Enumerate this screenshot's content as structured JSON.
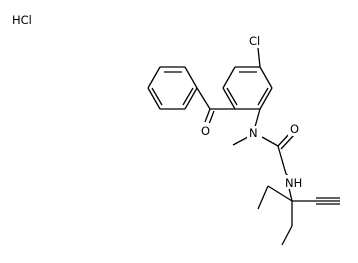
{
  "molecule": {
    "salt_label": "HCl",
    "atoms": {
      "chlorine": "Cl",
      "carbonyl_oxygen_ketone": "O",
      "amide_nitrogen": "N",
      "amide_oxygen": "O",
      "amine_nitrogen": "NH"
    }
  }
}
